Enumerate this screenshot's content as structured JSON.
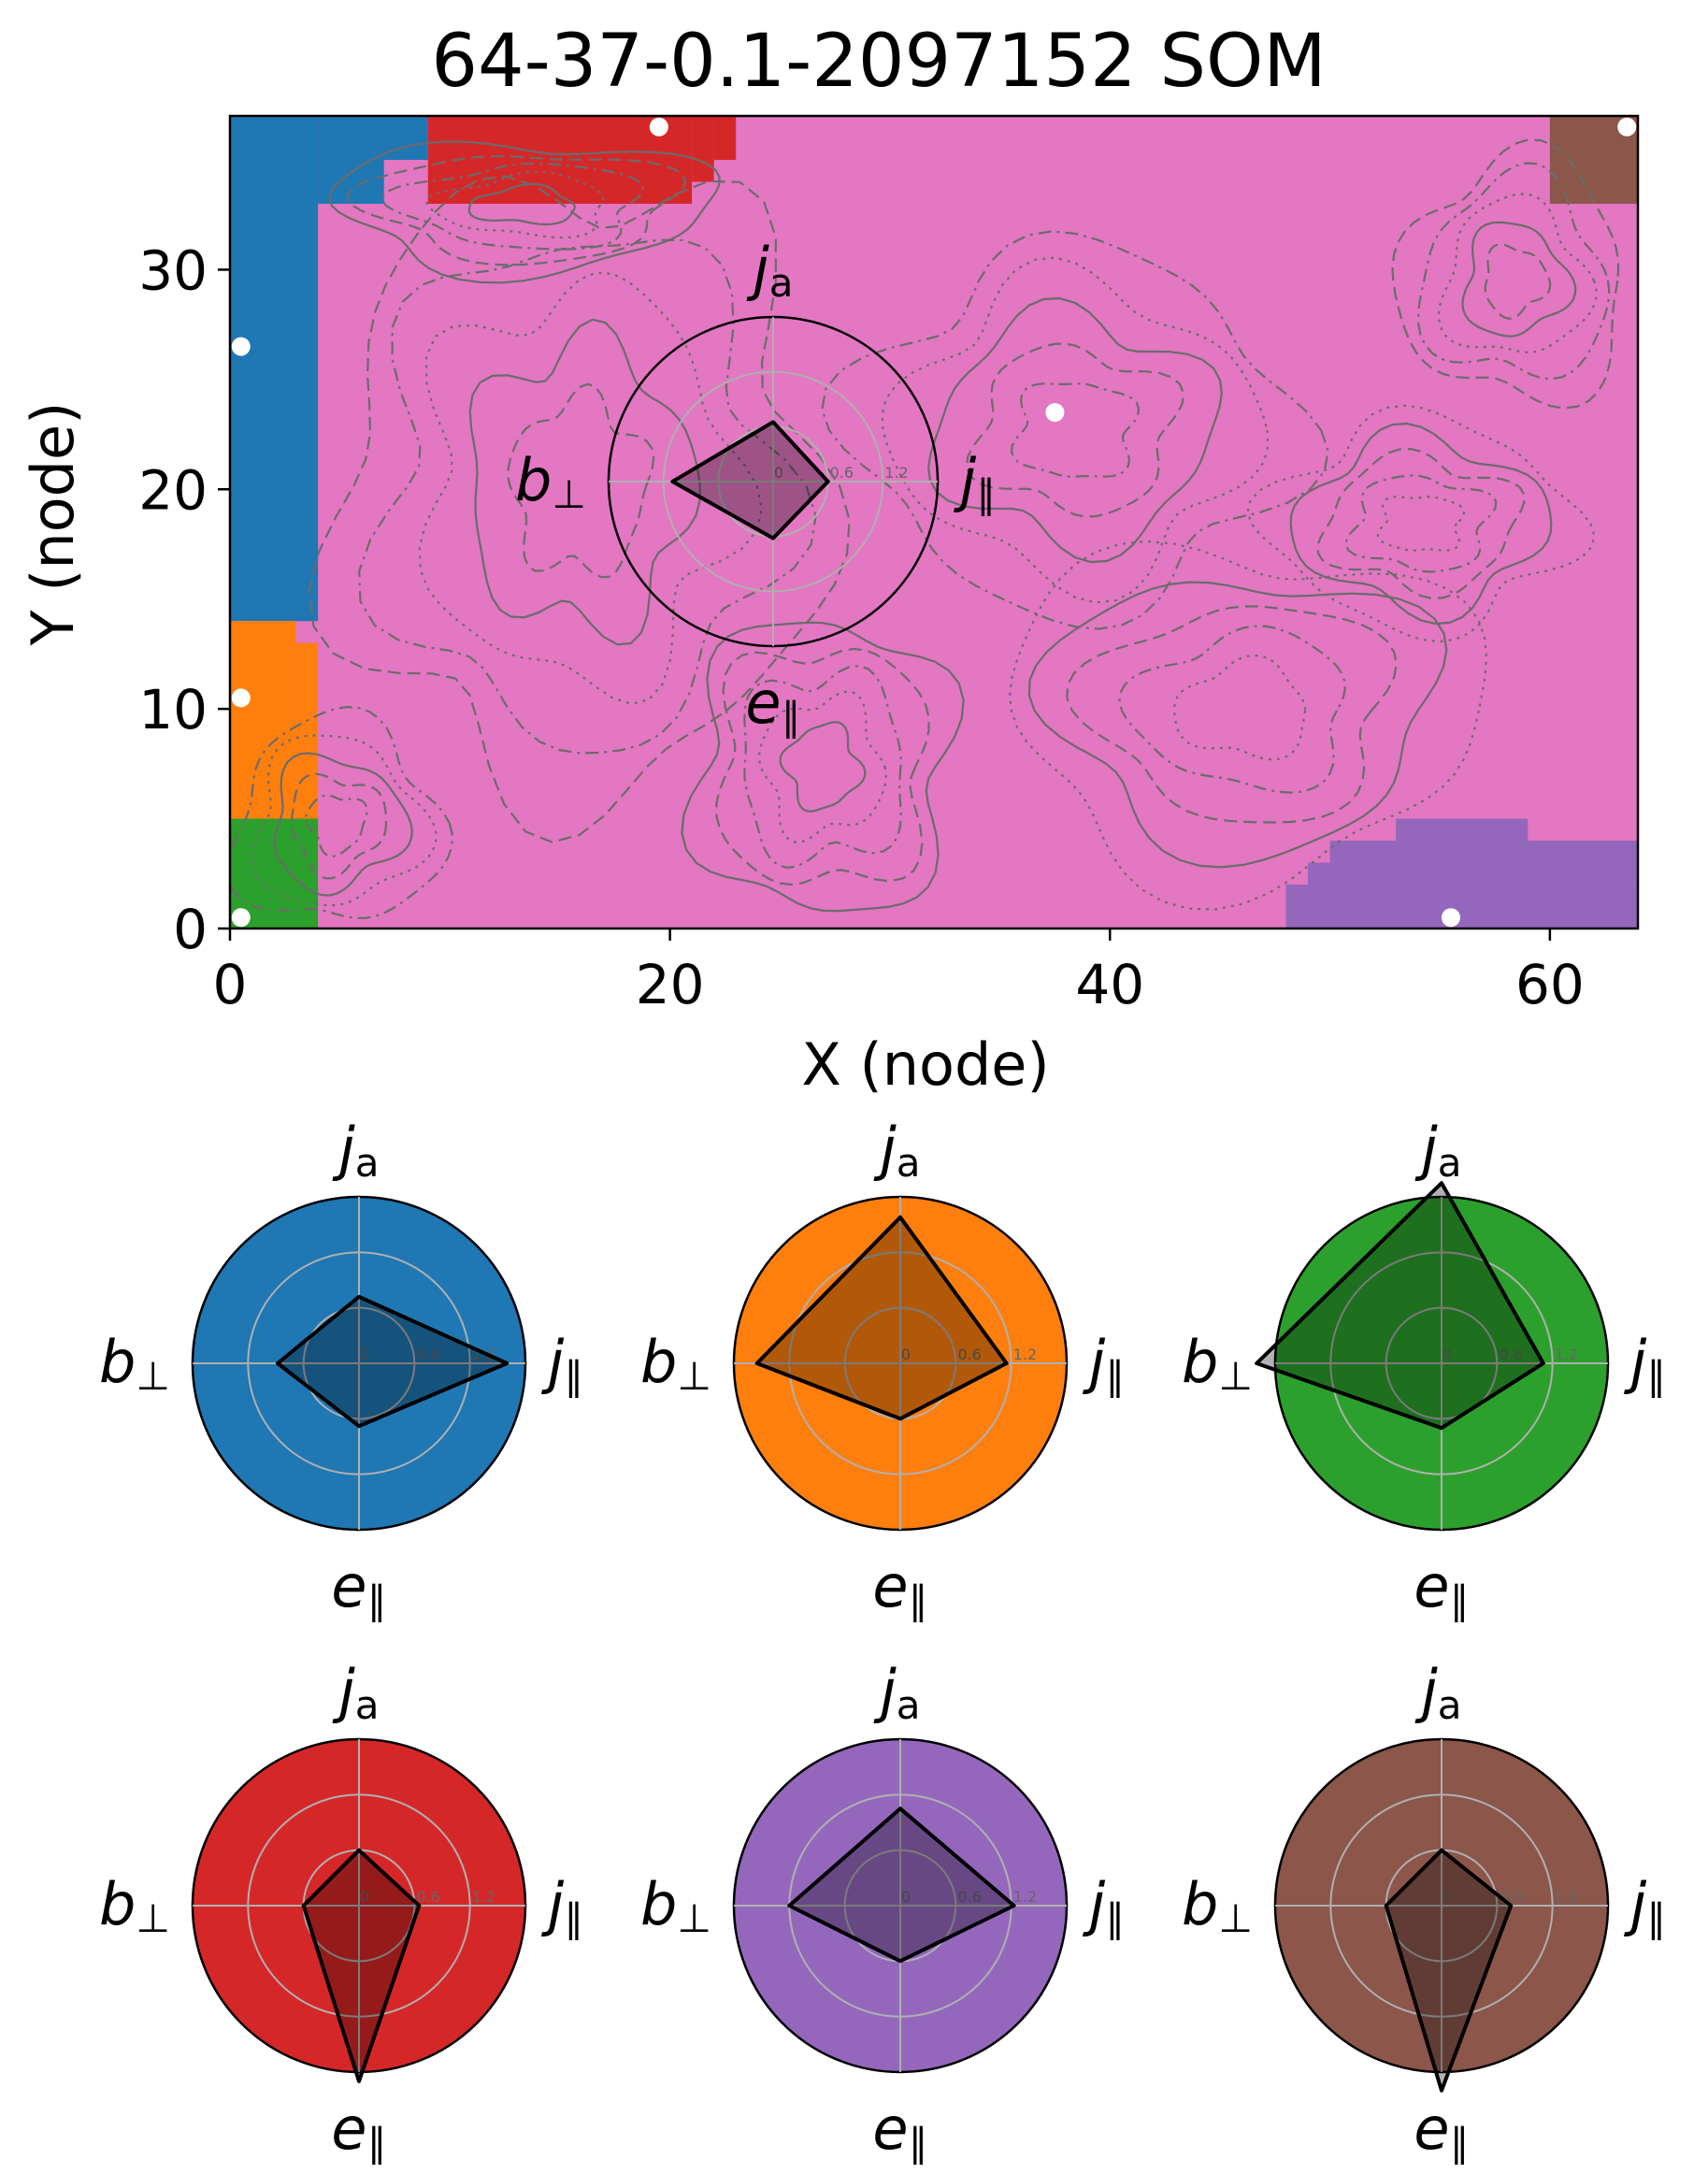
{
  "figure": {
    "title": "64-37-0.1-2097152 SOM"
  },
  "chart_data": [
    {
      "type": "heatmap",
      "title": "64-37-0.1-2097152 SOM",
      "xlabel": "X (node)",
      "ylabel": "Y (node)",
      "xlim": [
        0,
        64
      ],
      "ylim": [
        0,
        37
      ],
      "xticks": [
        "0",
        "20",
        "40",
        "60"
      ],
      "yticks": [
        "0",
        "10",
        "20",
        "30"
      ],
      "background_cluster": "pink",
      "clusters": [
        {
          "name": "blue",
          "color": "#1f77b4",
          "regions": [
            [
              0,
              14,
              4,
              37
            ],
            [
              4,
              33,
              7,
              35
            ],
            [
              4,
              35,
              9,
              37
            ]
          ]
        },
        {
          "name": "orange",
          "color": "#ff7f0e",
          "regions": [
            [
              0,
              5,
              3,
              14
            ],
            [
              3,
              4,
              4,
              13
            ]
          ]
        },
        {
          "name": "green",
          "color": "#2ca02c",
          "regions": [
            [
              0,
              0,
              4,
              5
            ]
          ]
        },
        {
          "name": "red",
          "color": "#d62728",
          "regions": [
            [
              9,
              33,
              21,
              37
            ],
            [
              21,
              34,
              22,
              37
            ],
            [
              22,
              35,
              23,
              37
            ]
          ]
        },
        {
          "name": "purple",
          "color": "#9467bd",
          "regions": [
            [
              48,
              0,
              64,
              2
            ],
            [
              49,
              2,
              64,
              3
            ],
            [
              50,
              3,
              64,
              4
            ],
            [
              53,
              4,
              59,
              5
            ]
          ]
        },
        {
          "name": "brown",
          "color": "#8c564b",
          "regions": [
            [
              60,
              33,
              64,
              37
            ]
          ]
        },
        {
          "name": "pink",
          "color": "#e377c2",
          "regions": []
        }
      ],
      "markers": [
        {
          "x": 0.5,
          "y": 0.5
        },
        {
          "x": 0.5,
          "y": 10.5
        },
        {
          "x": 0.5,
          "y": 26.5
        },
        {
          "x": 19.5,
          "y": 36.5
        },
        {
          "x": 37.5,
          "y": 23.5
        },
        {
          "x": 55.5,
          "y": 0.5
        },
        {
          "x": 63.5,
          "y": 36.5
        }
      ],
      "contours": "grey dashed/dotted contour lines overlay"
    },
    {
      "type": "radar",
      "axes": [
        "j_a",
        "j_∥",
        "e_∥",
        "b_⊥"
      ],
      "axis_labels": {
        "top": "j",
        "top_sub": "a",
        "right": "j",
        "right_sub": "∥",
        "bottom": "e",
        "bottom_sub": "∥",
        "left": "b",
        "left_sub": "⊥"
      },
      "rticks": [
        "0",
        "0.6",
        "1.2"
      ],
      "rmax": 1.8,
      "origin": 0.6,
      "series": [
        {
          "cluster": "inset",
          "color": "none",
          "values": [
            0.65,
            0.6,
            0.62,
            1.1
          ]
        },
        {
          "cluster": "blue",
          "color": "#1f77b4",
          "values": [
            0.72,
            1.6,
            0.68,
            0.88
          ]
        },
        {
          "cluster": "orange",
          "color": "#ff7f0e",
          "values": [
            1.58,
            1.15,
            0.6,
            1.55
          ]
        },
        {
          "cluster": "green",
          "color": "#2ca02c",
          "values": [
            1.95,
            1.1,
            0.7,
            2.0
          ]
        },
        {
          "cluster": "red",
          "color": "#d62728",
          "values": [
            0.6,
            0.65,
            1.9,
            0.6
          ]
        },
        {
          "cluster": "purple",
          "color": "#9467bd",
          "values": [
            1.05,
            1.23,
            0.6,
            1.2
          ]
        },
        {
          "cluster": "brown",
          "color": "#8c564b",
          "values": [
            0.6,
            0.75,
            2.0,
            0.6
          ]
        }
      ]
    }
  ]
}
